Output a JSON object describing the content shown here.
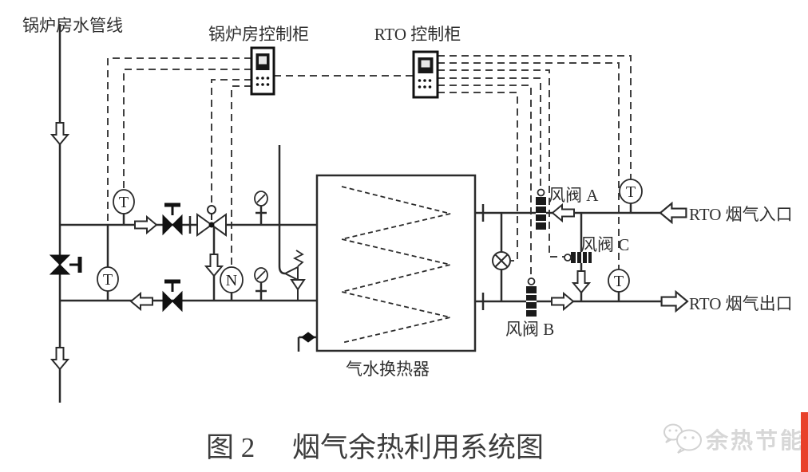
{
  "figure": {
    "labels": {
      "water_pipeline": "锅炉房水管线",
      "boiler_control_cabinet": "锅炉房控制柜",
      "rto_control_cabinet": "RTO 控制柜",
      "damper_a": "风阀 A",
      "damper_b": "风阀 B",
      "damper_c": "风阀 C",
      "rto_flue_gas_inlet": "RTO 烟气入口",
      "rto_flue_gas_outlet": "RTO 烟气出口",
      "heat_exchanger": "气水换热器"
    },
    "instruments": {
      "temp_supply_water": "T",
      "temp_return_water": "T",
      "meter_n": "N",
      "temp_gas_inlet": "T",
      "temp_gas_outlet": "T"
    },
    "caption": {
      "fig_no": "图 2",
      "title": "烟气余热利用系统图"
    },
    "watermark": {
      "text": "余热节能"
    },
    "colors": {
      "line": "#2b2b2b",
      "signal": "#404040",
      "text": "#2f2f2f",
      "caption": "#3c3c3c",
      "watermark": "#d7d7d7",
      "accent_red": "#e8402a",
      "background": "#ffffff"
    }
  }
}
